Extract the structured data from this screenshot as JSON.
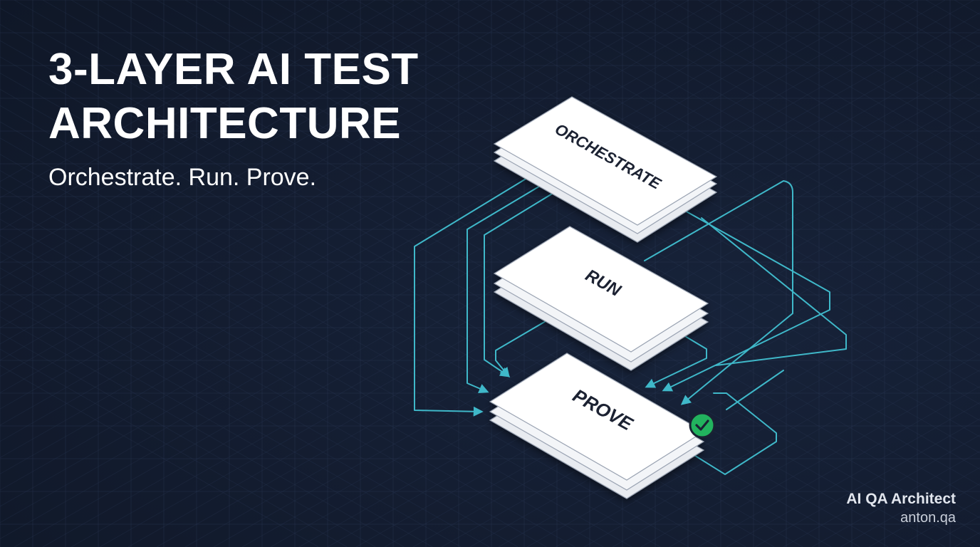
{
  "header": {
    "title": "3-LAYER AI TEST ARCHITECTURE",
    "subtitle": "Orchestrate. Run. Prove."
  },
  "layers": [
    {
      "id": "orchestrate",
      "label": "ORCHESTRATE"
    },
    {
      "id": "run",
      "label": "RUN"
    },
    {
      "id": "prove",
      "label": "PROVE"
    }
  ],
  "status": {
    "icon": "check-icon",
    "color": "#22b35e"
  },
  "colors": {
    "background": "#141d31",
    "connector": "#3fb8c9",
    "card": "#ffffff",
    "grid": "#2a3a55"
  },
  "brand": {
    "name": "AI QA Architect",
    "url": "anton.qa"
  }
}
